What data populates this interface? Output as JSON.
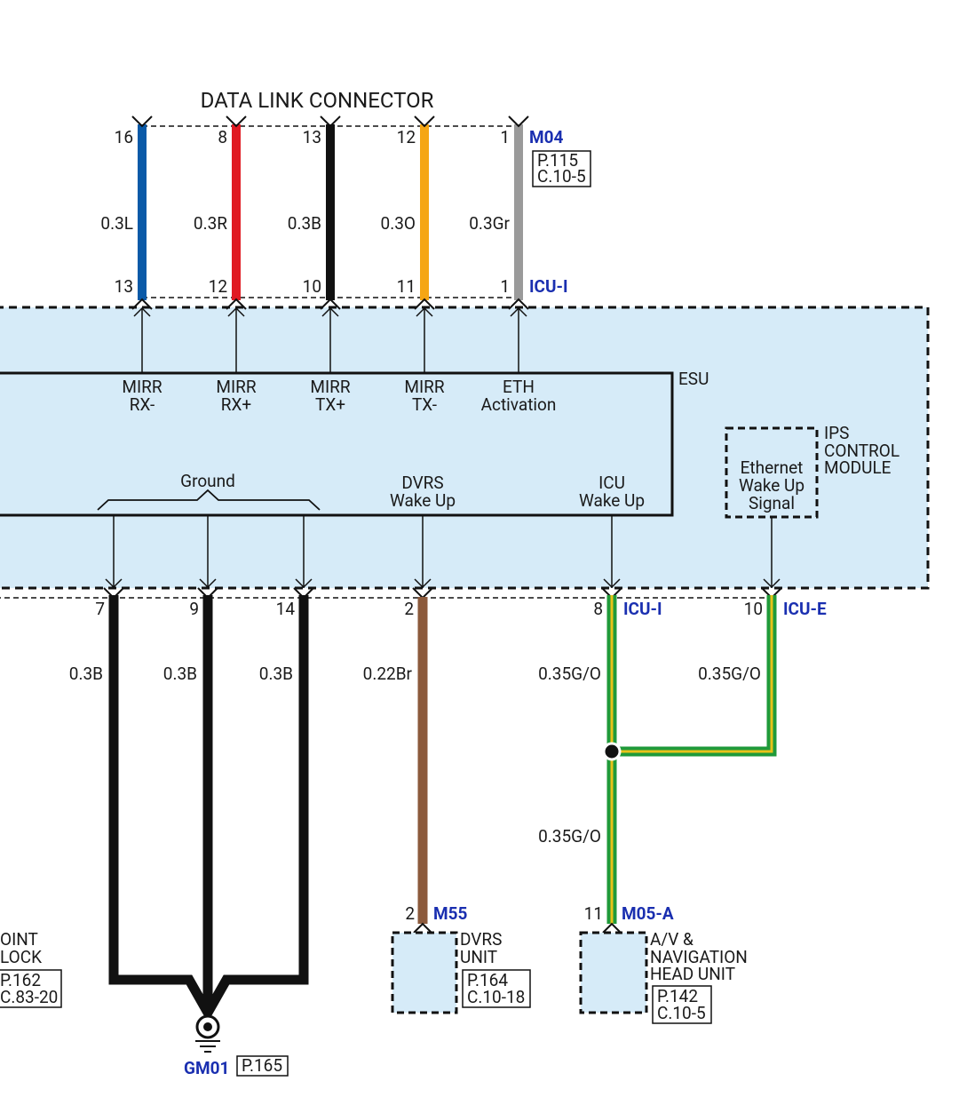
{
  "title": "DATA LINK CONNECTOR",
  "connectors": {
    "m04": "M04",
    "icu_i_top": "ICU-I",
    "icu_i_bottom": "ICU-I",
    "icu_e": "ICU-E",
    "m55": "M55",
    "m05a": "M05-A",
    "gm01": "GM01"
  },
  "refs": {
    "m04_page": "P.115",
    "m04_conn": "C.10-5",
    "joint_page": "P.162",
    "joint_conn": "C.83-20",
    "dvrs_page": "P.164",
    "dvrs_conn": "C.10-18",
    "avn_page": "P.142",
    "avn_conn": "C.10-5",
    "gm01_page": "P.165"
  },
  "top_wires": [
    {
      "pin_top": "16",
      "pin_bottom": "13",
      "spec": "0.3L",
      "color": "#0a5aa8",
      "sig1": "MIRR",
      "sig2": "RX-"
    },
    {
      "pin_top": "8",
      "pin_bottom": "12",
      "spec": "0.3R",
      "color": "#e01a22",
      "sig1": "MIRR",
      "sig2": "RX+"
    },
    {
      "pin_top": "13",
      "pin_bottom": "10",
      "spec": "0.3B",
      "color": "#111111",
      "sig1": "MIRR",
      "sig2": "TX+"
    },
    {
      "pin_top": "12",
      "pin_bottom": "11",
      "spec": "0.3O",
      "color": "#f5a614",
      "sig1": "MIRR",
      "sig2": "TX-"
    },
    {
      "pin_top": "1",
      "pin_bottom": "1",
      "spec": "0.3Gr",
      "color": "#9a9a9a",
      "sig1": "ETH",
      "sig2": "Activation"
    }
  ],
  "module_labels": {
    "esu": "ESU",
    "ground": "Ground",
    "dvrs_1": "DVRS",
    "dvrs_2": "Wake Up",
    "icu_1": "ICU",
    "icu_2": "Wake Up",
    "eth_1": "Ethernet",
    "eth_2": "Wake Up",
    "eth_3": "Signal",
    "ips_1": "IPS",
    "ips_2": "CONTROL",
    "ips_3": "MODULE"
  },
  "bottom_wires": [
    {
      "pin": "7",
      "spec": "0.3B"
    },
    {
      "pin": "9",
      "spec": "0.3B"
    },
    {
      "pin": "14",
      "spec": "0.3B"
    },
    {
      "pin": "2",
      "spec": "0.22Br"
    },
    {
      "pin": "8",
      "spec": "0.35G/O"
    },
    {
      "pin": "10",
      "spec": "0.35G/O"
    }
  ],
  "lower": {
    "avn_spec": "0.35G/O",
    "m55_pin": "2",
    "m05a_pin": "11",
    "dvrs_unit_1": "DVRS",
    "dvrs_unit_2": "UNIT",
    "avn_1": "A/V &",
    "avn_2": "NAVIGATION",
    "avn_3": "HEAD UNIT",
    "joint_1": "OINT",
    "joint_2": "LOCK"
  },
  "colors": {
    "module_fill": "#d6ebf8",
    "connector_text": "#1a2fb0",
    "brown": "#8c5a3c",
    "green": "#1f9a3a",
    "green_stripe": "#e8c21a"
  }
}
